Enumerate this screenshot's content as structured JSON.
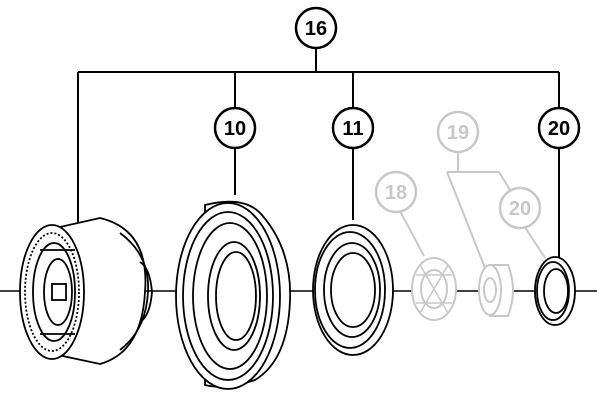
{
  "callouts": {
    "c16": "16",
    "c10": "10",
    "c11": "11",
    "c19": "19",
    "c18": "18",
    "c20_faded": "20",
    "c20": "20"
  },
  "colors": {
    "line": "#000000",
    "faded": "#c8c8c8"
  },
  "icons": [
    "freehub-body-icon",
    "cone-cover-icon",
    "dust-seal-icon",
    "lock-nut-icon",
    "washer-icon",
    "seal-ring-icon"
  ]
}
